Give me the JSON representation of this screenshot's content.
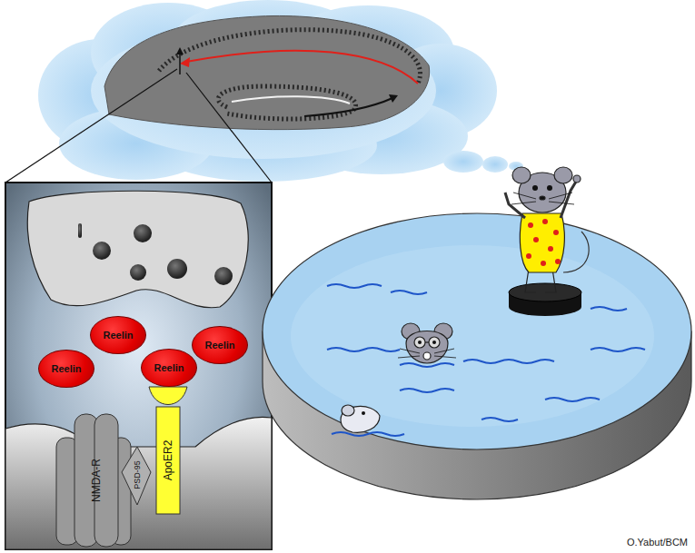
{
  "diagram": {
    "nodes": [
      {
        "text": [
          "Reelin"
        ]
      },
      {
        "text": [
          "Reelin"
        ]
      },
      {
        "text": [
          "Reelin"
        ]
      },
      {
        "text": [
          "Reelin"
        ]
      },
      {
        "text": [
          "NMDA-R"
        ]
      },
      {
        "text": [
          "PSD-95"
        ]
      },
      {
        "text": [
          "ApoER2"
        ]
      }
    ],
    "labels": [
      "O.Yabut/BCM"
    ]
  }
}
